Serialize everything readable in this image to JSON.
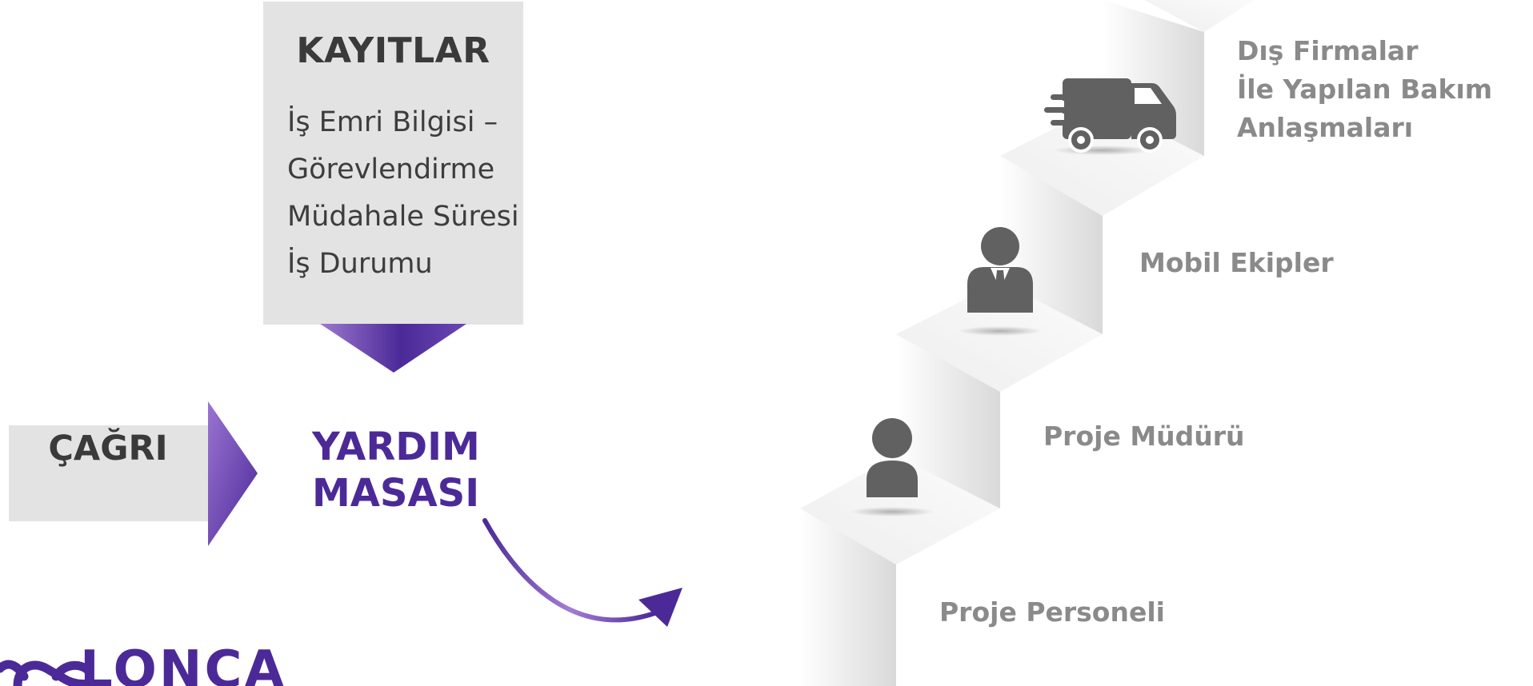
{
  "records_panel": {
    "title": "KAYITLAR",
    "items": [
      "İş Emri Bilgisi –",
      "Görevlendirme",
      "Müdahale Süresi",
      "İş Durumu"
    ]
  },
  "call": {
    "label": "ÇAĞRI"
  },
  "helpdesk": {
    "line1": "YARDIM",
    "line2": "MASASI"
  },
  "stairs": {
    "step1_label": "Proje Personeli",
    "step2_label": "Proje Müdürü",
    "step3_label": "Mobil Ekipler",
    "step4_label_lines": [
      "Dış Firmalar",
      "İle Yapılan Bakım",
      "Anlaşmaları"
    ],
    "icons": [
      "person-icon",
      "businessman-icon",
      "delivery-truck-icon"
    ]
  },
  "logo": {
    "text": "LONCA"
  },
  "colors": {
    "accent_purple": "#4b2a98",
    "light_purple": "#8e62c6",
    "panel_gray": "#e3e3e3",
    "icon_gray": "#616161",
    "label_gray": "#8a8a8a"
  }
}
